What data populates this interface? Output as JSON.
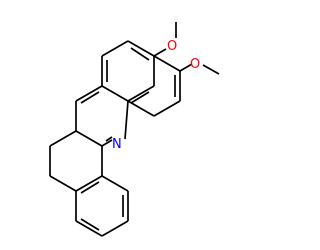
{
  "molecule": {
    "atoms": {
      "n": {
        "label": "N",
        "color": "#0000ff"
      },
      "o_top": {
        "label": "O",
        "color": "#ff0000"
      },
      "o_right": {
        "label": "O",
        "color": "#ff0000"
      }
    },
    "bond_color": "#000000",
    "background": "#ffffff"
  }
}
